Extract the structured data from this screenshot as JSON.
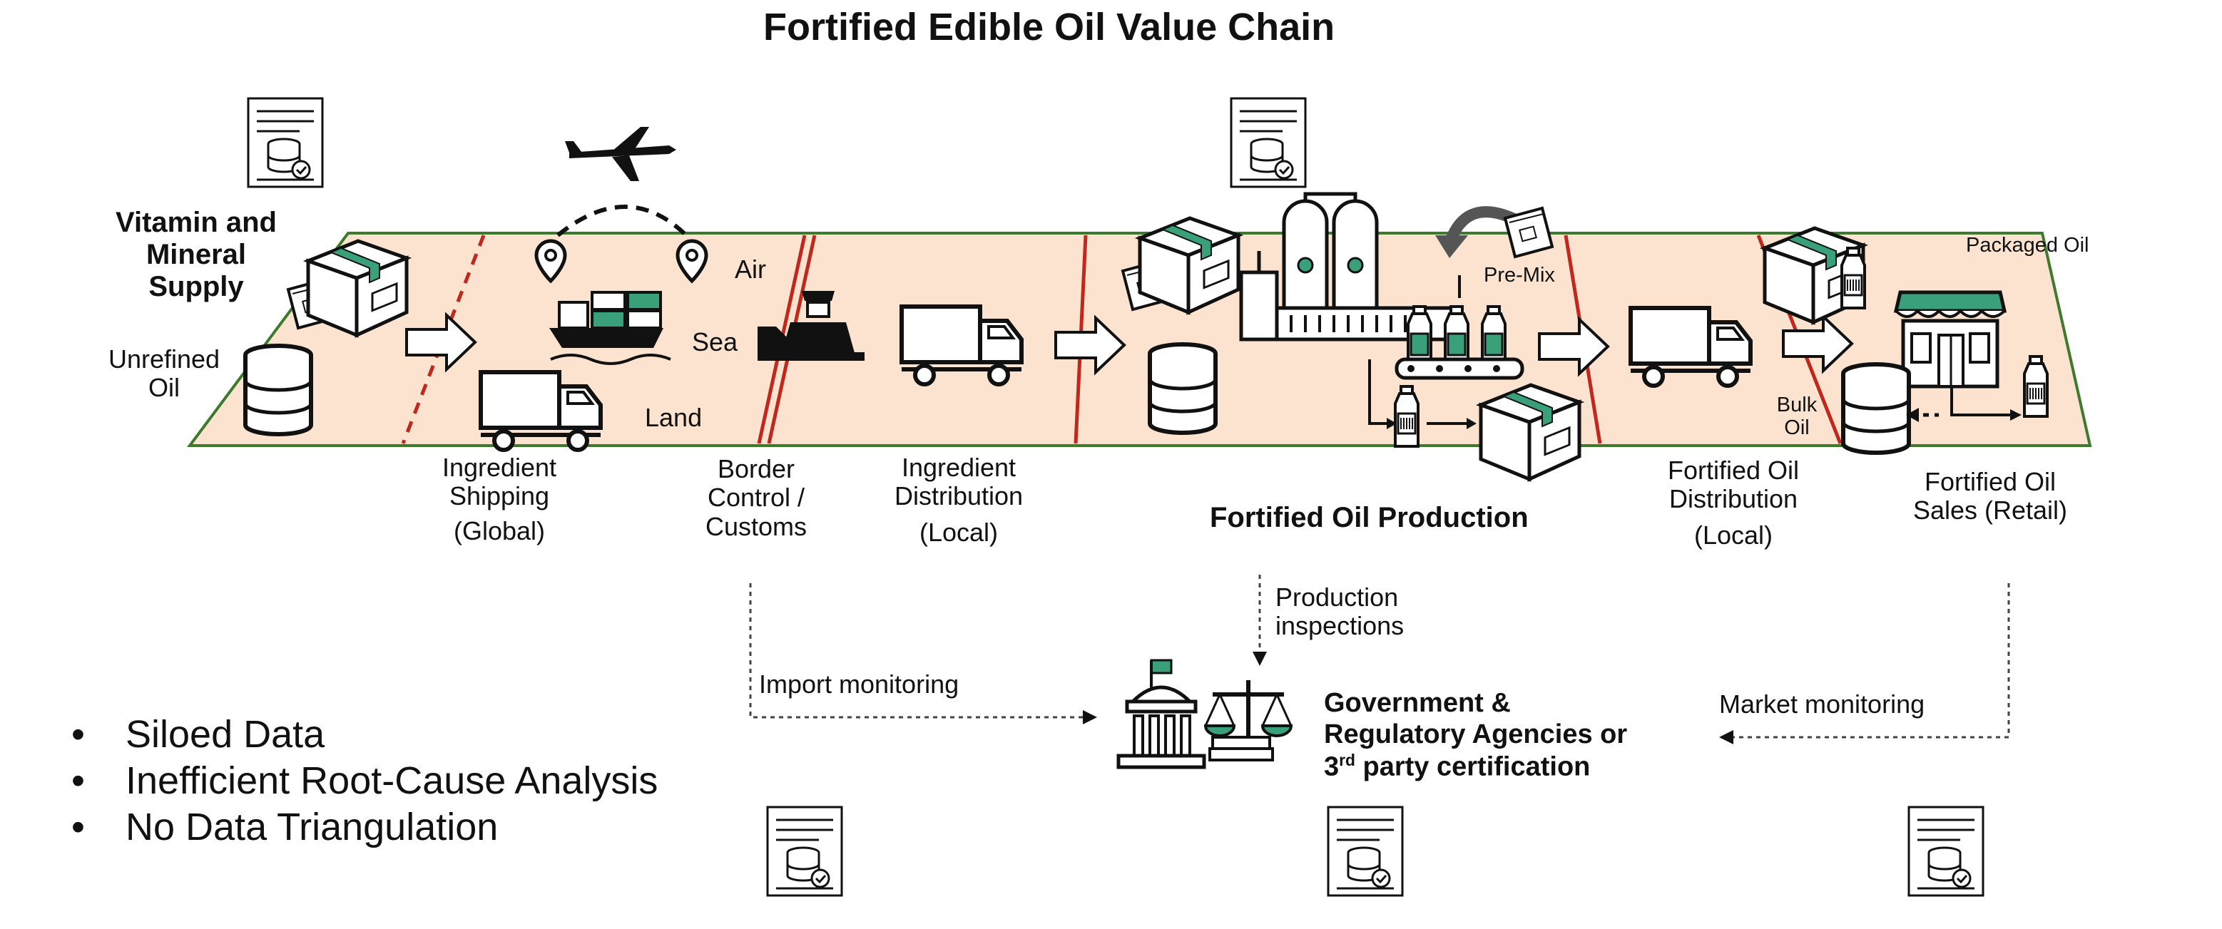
{
  "title": "Fortified Edible Oil Value Chain",
  "supply": {
    "vitamin_mineral": [
      "Vitamin and",
      "Mineral",
      "Supply"
    ],
    "unrefined_oil": [
      "Unrefined",
      "Oil"
    ]
  },
  "transport_modes": {
    "air": "Air",
    "sea": "Sea",
    "land": "Land"
  },
  "stages": {
    "ingredient_shipping": [
      "Ingredient",
      "Shipping",
      "(Global)"
    ],
    "border_control": [
      "Border",
      "Control /",
      "Customs"
    ],
    "ingredient_distribution": [
      "Ingredient",
      "Distribution",
      "(Local)"
    ],
    "production": "Fortified Oil Production",
    "fortified_distribution": [
      "Fortified Oil",
      "Distribution",
      "(Local)"
    ],
    "fortified_sales": [
      "Fortified Oil",
      "Sales (Retail)"
    ]
  },
  "production_labels": {
    "pre_mix": "Pre-Mix"
  },
  "retail_labels": {
    "packaged_oil": "Packaged Oil",
    "bulk_oil": [
      "Bulk",
      "Oil"
    ]
  },
  "monitoring": {
    "production_inspections": [
      "Production",
      "inspections"
    ],
    "import_monitoring": "Import monitoring",
    "market_monitoring": "Market monitoring"
  },
  "government": {
    "line1": "Government &",
    "line2": "Regulatory Agencies or",
    "line3_prefix": "3",
    "line3_sup": "rd",
    "line3_suffix": " party certification"
  },
  "issues": [
    "Siloed Data",
    "Inefficient Root-Cause Analysis",
    "No Data Triangulation"
  ],
  "colors": {
    "band_fill": "#fbe3cf",
    "band_border": "#3d7a2e",
    "divider": "#c0281e",
    "accent_green": "#3aa07a",
    "ink": "#111111"
  }
}
